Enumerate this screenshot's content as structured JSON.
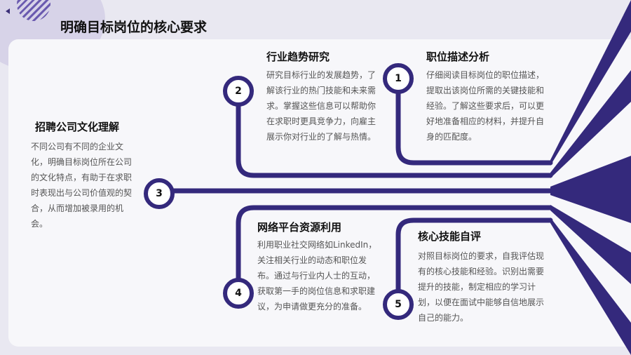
{
  "title": "明确目标岗位的核心要求",
  "items": [
    {
      "num": "1",
      "title": "职位描述分析",
      "desc": "仔细阅读目标岗位的职位描述，提取出该岗位所需的关键技能和经验。了解这些要求后，可以更好地准备相应的材料，并提升自身的匹配度。"
    },
    {
      "num": "2",
      "title": "行业趋势研究",
      "desc": "研究目标行业的发展趋势，了解该行业的热门技能和未来需求。掌握这些信息可以帮助你在求职时更具竞争力，向雇主展示你对行业的了解与热情。"
    },
    {
      "num": "3",
      "title": "招聘公司文化理解",
      "desc": "不同公司有不同的企业文化，明确目标岗位所在公司的文化特点，有助于在求职时表现出与公司价值观的契合，从而增加被录用的机会。"
    },
    {
      "num": "4",
      "title": "网络平台资源利用",
      "desc": "利用职业社交网络如LinkedIn，关注相关行业的动态和职位发布。通过与行业内人士的互动，获取第一手的岗位信息和求职建议，为申请做更充分的准备。"
    },
    {
      "num": "5",
      "title": "核心技能自评",
      "desc": "对照目标岗位的要求，自我评估现有的核心技能和经验。识别出需要提升的技能，制定相应的学习计划，以便在面试中能够自信地展示自己的能力。"
    }
  ],
  "colors": {
    "accent": "#34297c",
    "background": "#e9e8f1",
    "card": "#f7f7fa"
  }
}
